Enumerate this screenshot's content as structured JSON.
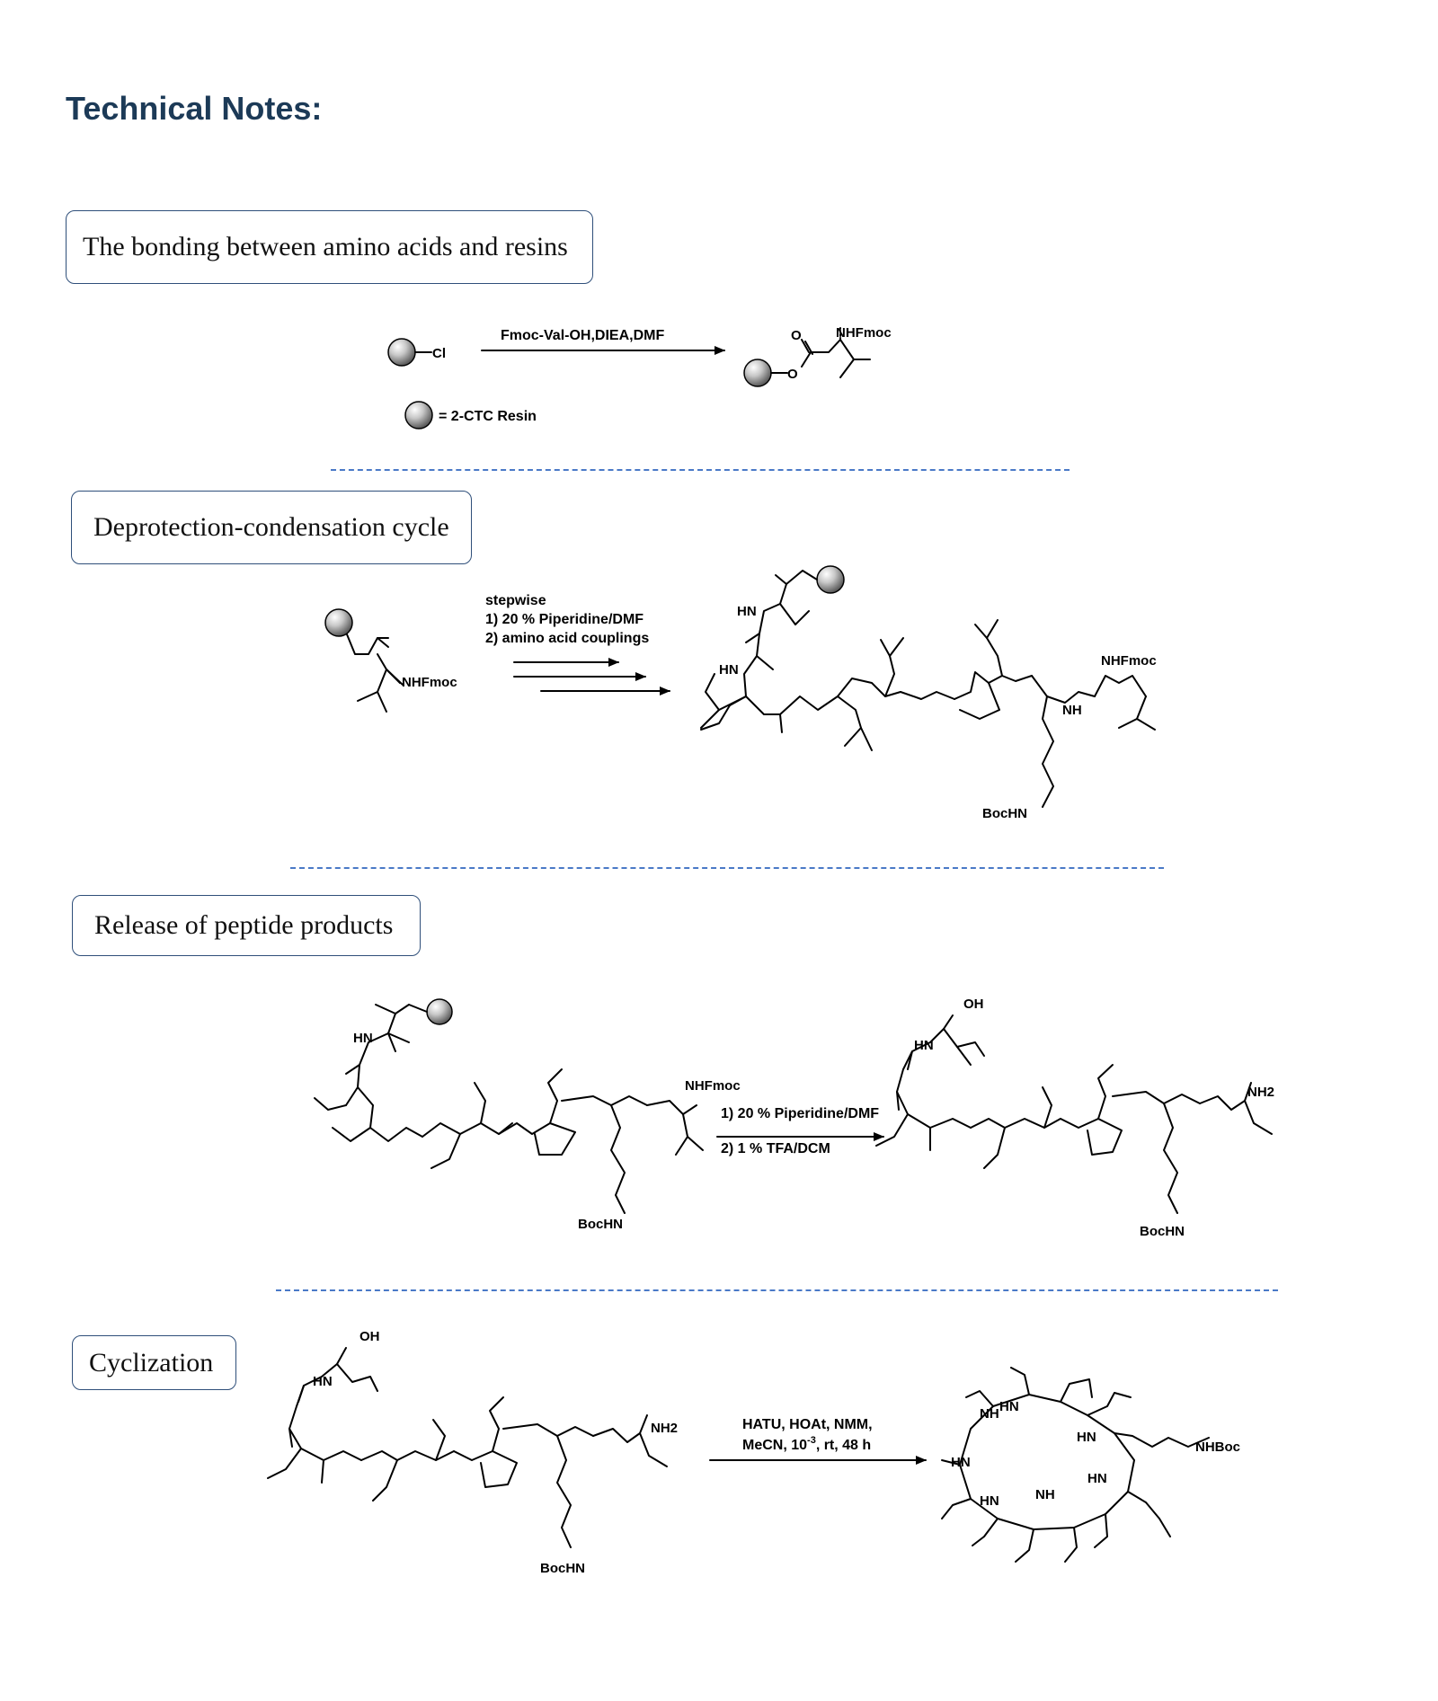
{
  "title": "Technical Notes:",
  "sections": [
    {
      "label": "The bonding between amino acids and resins",
      "reagents": "Fmoc-Val-OH,DIEA,DMF",
      "resin_atom": "Cl",
      "legend": "= 2-CTC Resin",
      "product_label": "NHFmoc"
    },
    {
      "label": "Deprotection-condensation cycle",
      "conditions": [
        "stepwise",
        "1) 20 % Piperidine/DMF",
        "2) amino acid couplings"
      ],
      "start_label": "NHFmoc",
      "product_labels": [
        "NHFmoc",
        "BocHN"
      ]
    },
    {
      "label": "Release of peptide products",
      "conditions": [
        "1) 20 % Piperidine/DMF",
        "2) 1 % TFA/DCM"
      ],
      "start_labels": [
        "NHFmoc",
        "BocHN"
      ],
      "product_labels": [
        "OH",
        "NH2",
        "BocHN"
      ]
    },
    {
      "label": "Cyclization",
      "conditions": [
        "HATU, HOAt, NMM,",
        "MeCN, 10",
        "-3",
        ", rt, 48 h"
      ],
      "start_labels": [
        "OH",
        "NH2",
        "BocHN"
      ],
      "product_label": "NHBoc"
    }
  ],
  "colors": {
    "heading": "#1c3a57",
    "box_border": "#2f4f7a",
    "divider": "#4a79c7"
  }
}
